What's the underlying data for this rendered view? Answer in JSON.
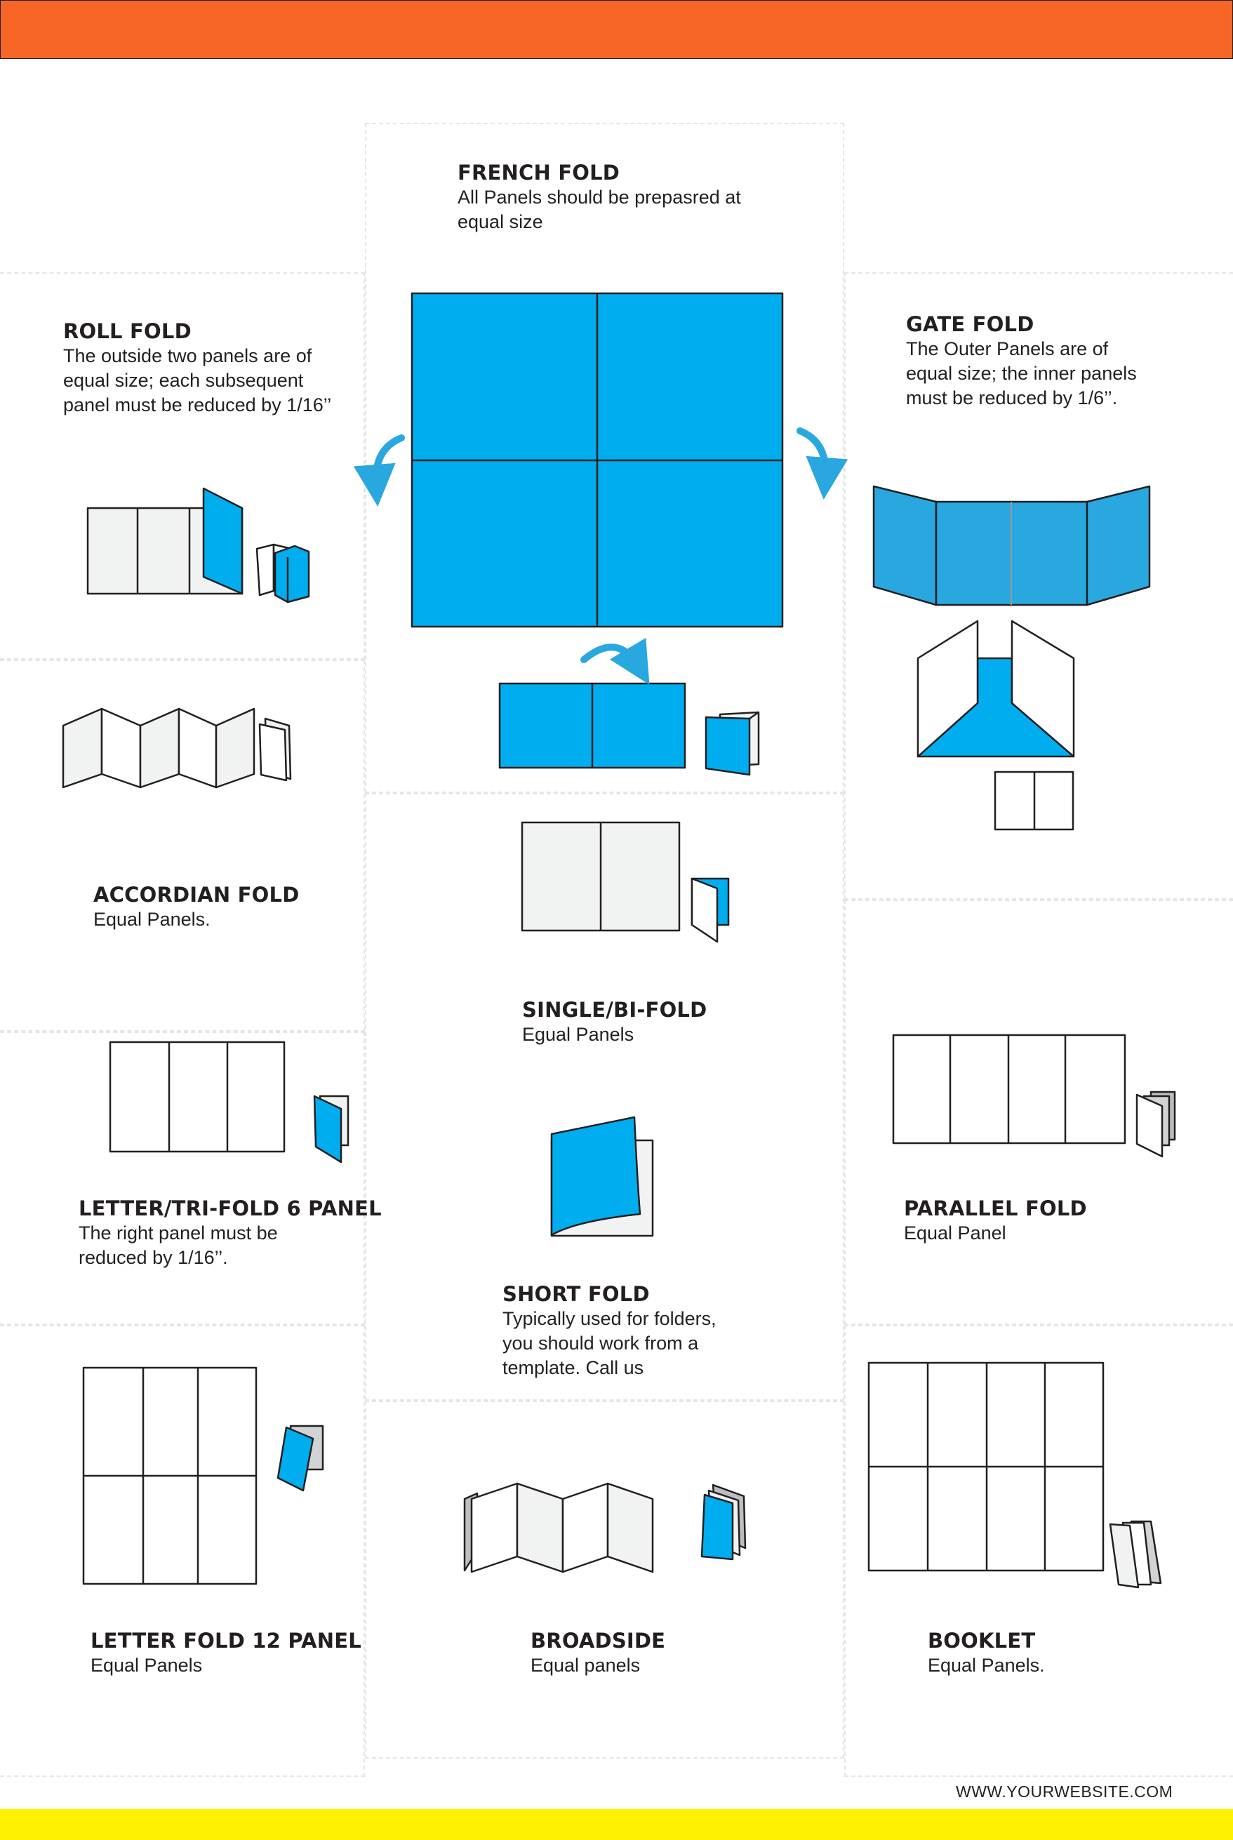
{
  "colors": {
    "accent_orange": "#f76627",
    "accent_yellow": "#fff200",
    "fold_blue": "#00adef",
    "fold_blue_light": "#29a8e0",
    "panel_gray": "#f1f2f2",
    "outline": "#231f20"
  },
  "folds": {
    "french": {
      "title": "FRENCH FOLD",
      "desc": "All Panels should be prepasred at\nequal size"
    },
    "roll": {
      "title": "ROLL FOLD",
      "desc": "The outside two panels are of\nequal size; each subsequent\npanel must be reduced by 1/16’’"
    },
    "gate": {
      "title": "GATE FOLD",
      "desc": "The Outer Panels are of\nequal size; the inner panels\nmust be reduced by 1/6’’."
    },
    "accordian": {
      "title": "ACCORDIAN FOLD",
      "desc": "Equal Panels."
    },
    "bifold": {
      "title": "SINGLE/BI-FOLD",
      "desc": "Egual Panels"
    },
    "letter6": {
      "title": "LETTER/TRI-FOLD 6 PANEL",
      "desc": "The right panel must be\n reduced by 1/16’’."
    },
    "parallel": {
      "title": "PARALLEL FOLD",
      "desc": "Equal Panel"
    },
    "short": {
      "title": "SHORT FOLD",
      "desc": "Typically used for folders,\nyou should work from a\ntemplate. Call us"
    },
    "letter12": {
      "title": "LETTER FOLD 12 PANEL",
      "desc": "Equal Panels"
    },
    "broadside": {
      "title": "BROADSIDE",
      "desc": "Equal panels"
    },
    "booklet": {
      "title": "BOOKLET",
      "desc": "Equal Panels."
    }
  },
  "icons": [
    "curved-arrow-left-icon",
    "curved-arrow-right-icon",
    "curved-arrow-over-icon"
  ],
  "footer": {
    "website": "WWW.YOURWEBSITE.COM"
  }
}
